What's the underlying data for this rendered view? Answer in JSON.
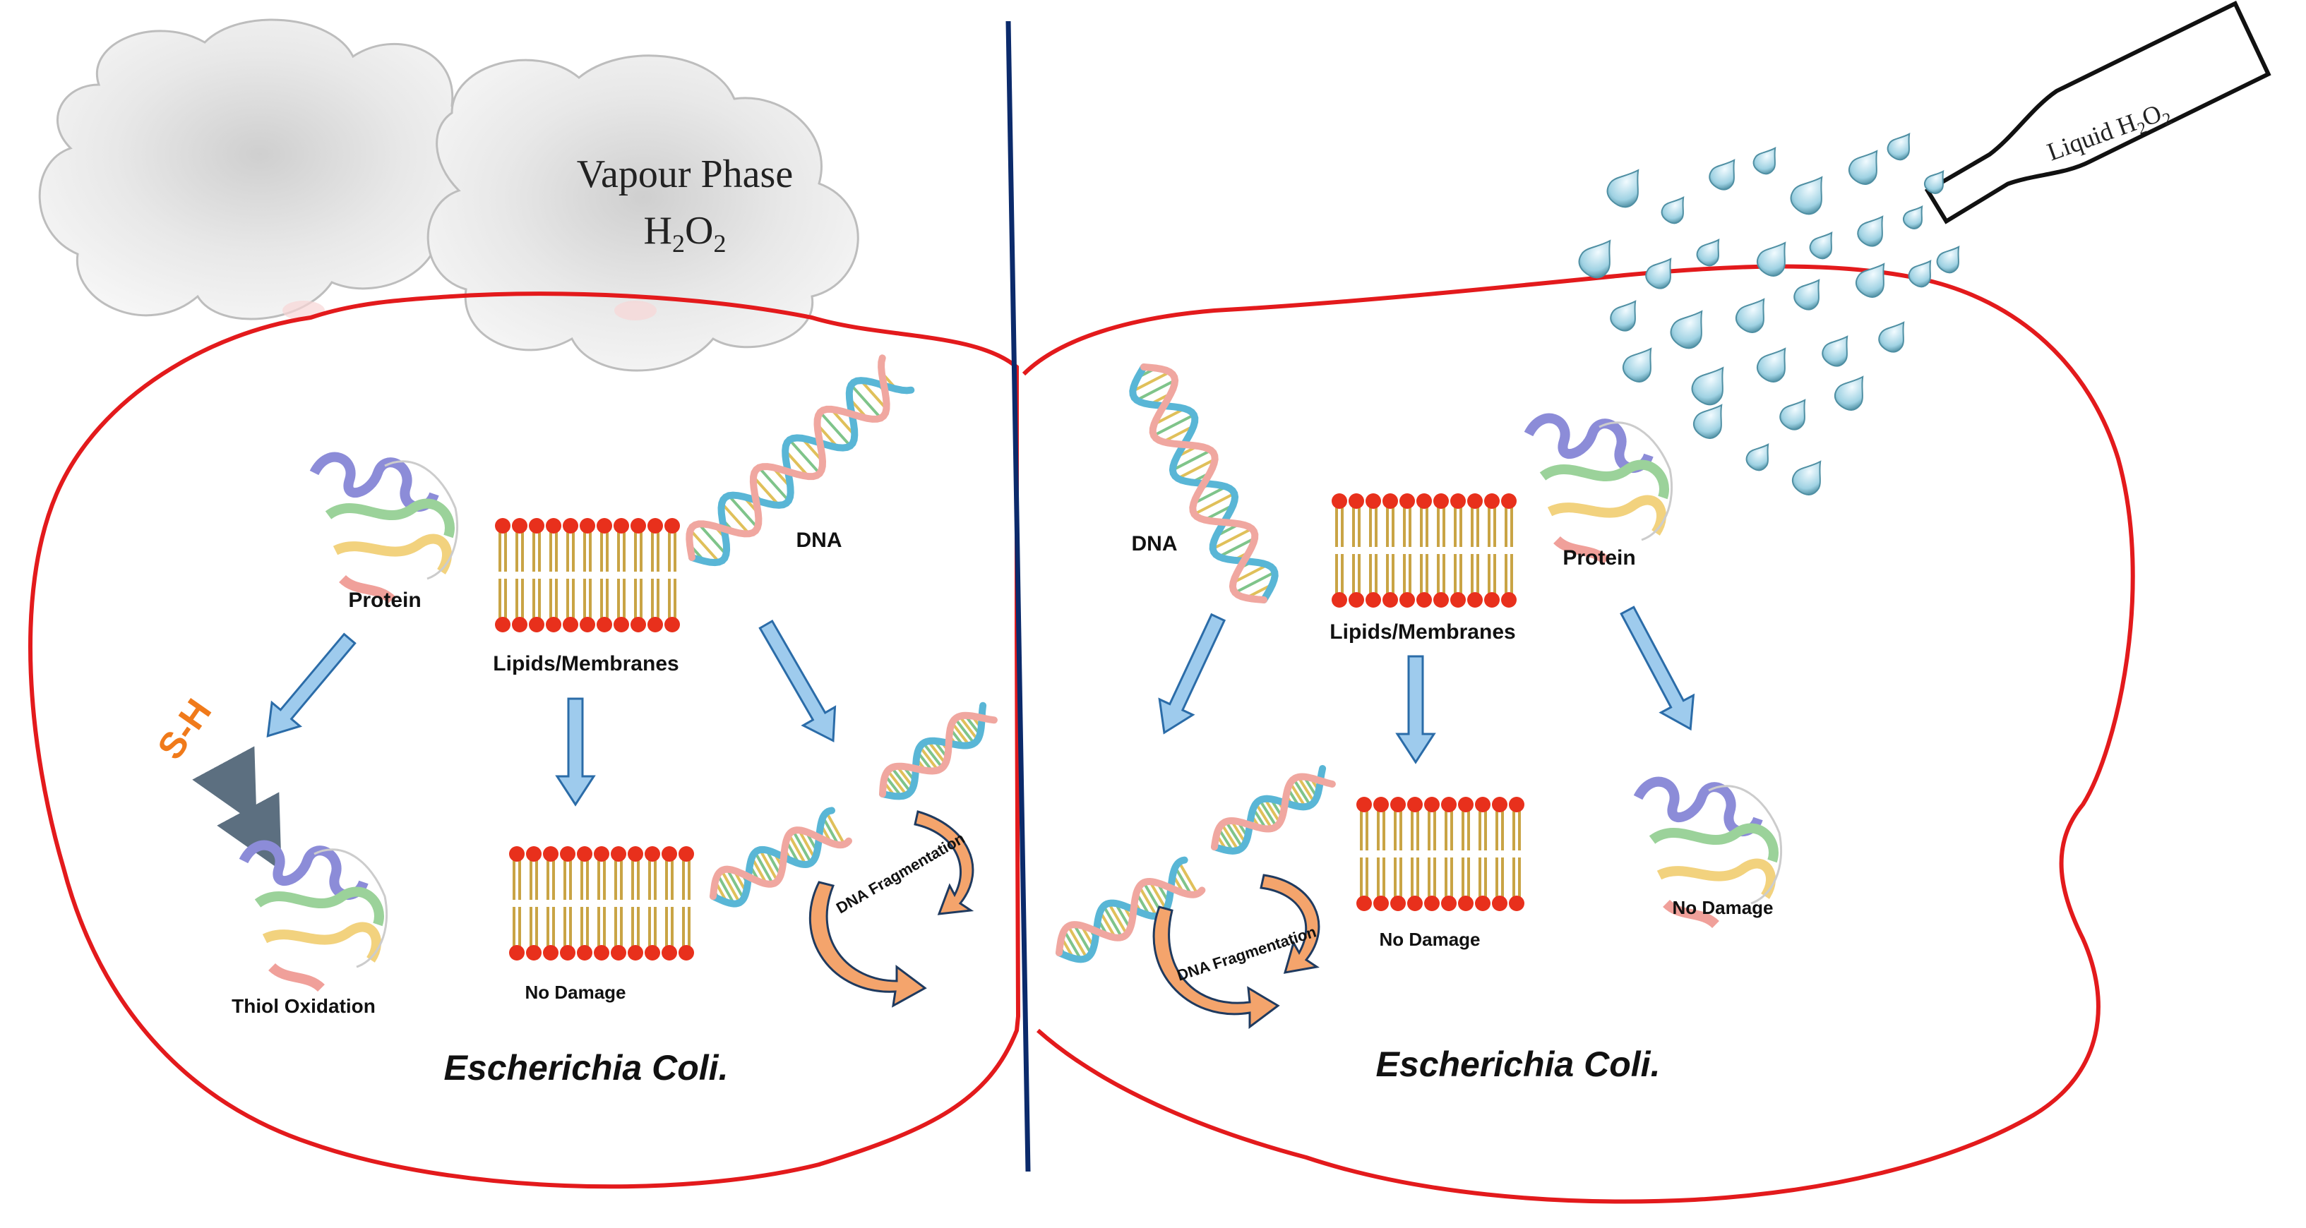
{
  "colors": {
    "cell_outline": "#e31a1c",
    "divider": "#0b2a6b",
    "arrow_fill": "#9ecbed",
    "arrow_stroke": "#2b6ca8",
    "lipid_head": "#e8301c",
    "lipid_tail": "#c9a445",
    "dna_strand_a": "#59b6d6",
    "dna_strand_b": "#f0a7a0",
    "curved_arrow": "#f4a46c",
    "thiol": "#f07a1a",
    "droplet": "#9ccfe0"
  },
  "left_panel": {
    "cloud_title": "Vapour Phase",
    "cloud_formula": "H",
    "cloud_formula_sub1": "2",
    "cloud_formula_mid": "O",
    "cloud_formula_sub2": "2",
    "protein_label": "Protein",
    "lipids_label": "Lipids/Membranes",
    "dna_label": "DNA",
    "thiol_glyph": "S-H",
    "thiol_result": "Thiol Oxidation",
    "lipid_result": "No Damage",
    "dna_result": "DNA Fragmentation",
    "organism": "Escherichia Coli."
  },
  "right_panel": {
    "bottle_label": "Liquid",
    "bottle_formula": "H",
    "bottle_sub1": "2",
    "bottle_mid": "O",
    "bottle_sub2": "2",
    "dna_label": "DNA",
    "lipids_label": "Lipids/Membranes",
    "protein_label": "Protein",
    "dna_result": "DNA Fragmentation",
    "lipid_result": "No Damage",
    "protein_result": "No Damage",
    "organism": "Escherichia Coli."
  }
}
